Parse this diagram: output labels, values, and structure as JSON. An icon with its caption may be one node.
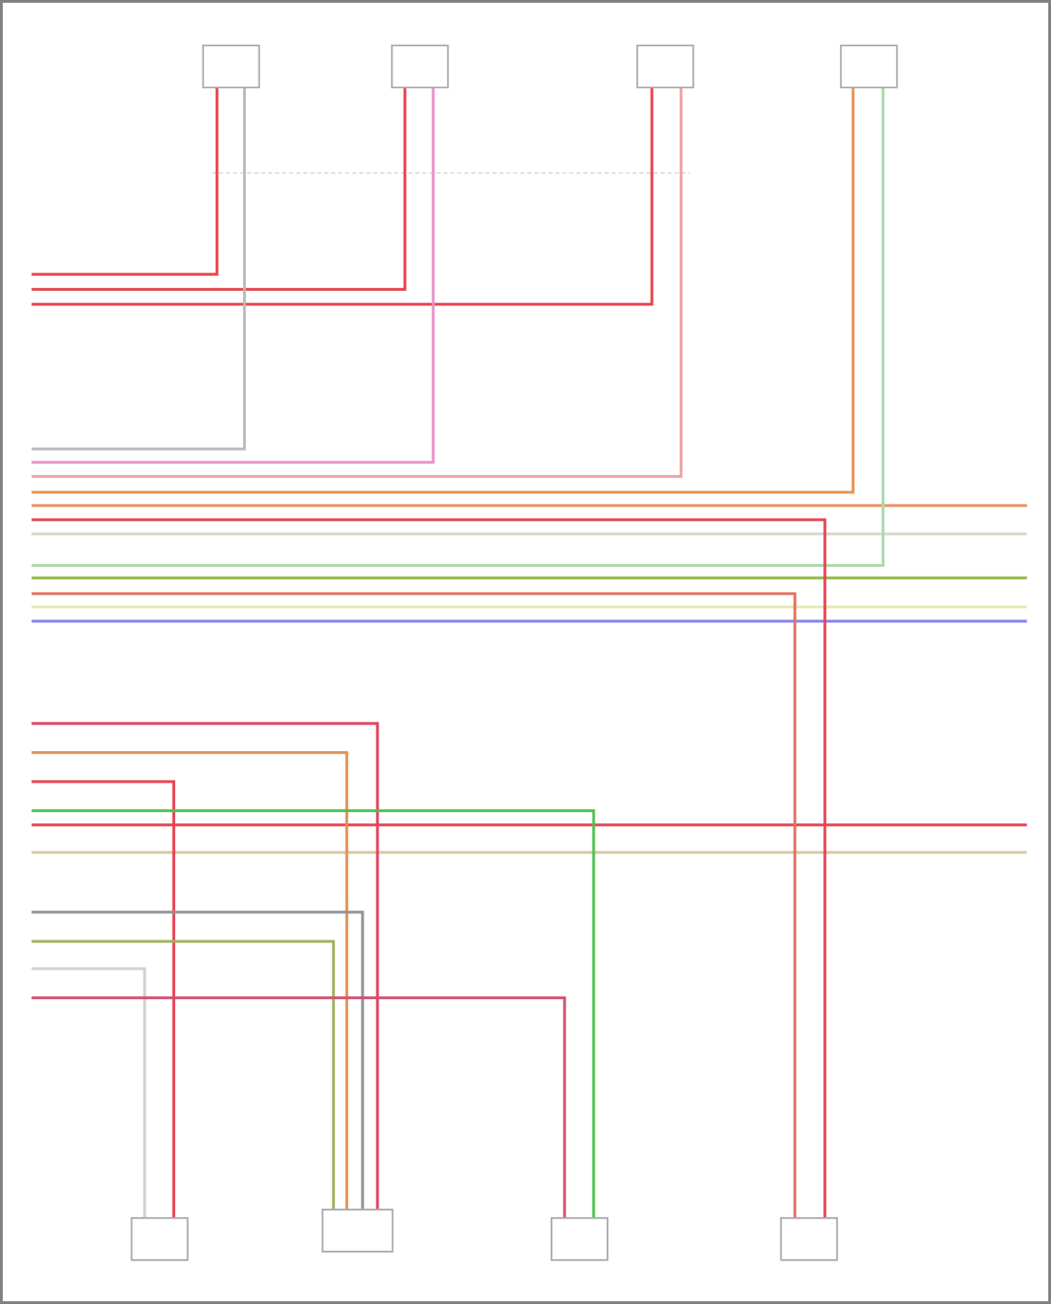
{
  "diagram": {
    "nodes": [
      {
        "text": [],
        "shape": "box"
      },
      {
        "text": [],
        "shape": "box"
      },
      {
        "text": [],
        "shape": "box"
      },
      {
        "text": [],
        "shape": "box"
      },
      {
        "text": [],
        "shape": "box"
      },
      {
        "text": [],
        "shape": "box"
      },
      {
        "text": [],
        "shape": "box"
      },
      {
        "text": [],
        "shape": "box"
      }
    ],
    "edges": [
      {
        "from": null,
        "to": 0,
        "arrow": "none",
        "color": "#e8404a"
      },
      {
        "from": null,
        "to": 1,
        "arrow": "none",
        "color": "#e8404a"
      },
      {
        "from": null,
        "to": 2,
        "arrow": "none",
        "color": "#e8404a"
      },
      {
        "from": null,
        "to": 0,
        "arrow": "none",
        "color": "#b8b8b8"
      },
      {
        "from": null,
        "to": 1,
        "arrow": "none",
        "color": "#e890c8"
      },
      {
        "from": null,
        "to": 2,
        "arrow": "none",
        "color": "#f0a0a0"
      },
      {
        "from": null,
        "to": 3,
        "arrow": "none",
        "color": "#e89050"
      },
      {
        "from": null,
        "to": 3,
        "arrow": "none",
        "color": "#a8d8a8"
      },
      {
        "from": null,
        "to": 7,
        "arrow": "none",
        "color": "#e84050"
      },
      {
        "from": null,
        "to": 7,
        "arrow": "none",
        "color": "#e07060"
      },
      {
        "from": null,
        "to": 5,
        "arrow": "none",
        "color": "#e04060"
      },
      {
        "from": null,
        "to": 5,
        "arrow": "none",
        "color": "#e09050"
      },
      {
        "from": null,
        "to": 4,
        "arrow": "none",
        "color": "#e84050"
      },
      {
        "from": null,
        "to": 6,
        "arrow": "none",
        "color": "#50c050"
      },
      {
        "from": null,
        "to": 5,
        "arrow": "none",
        "color": "#909098"
      },
      {
        "from": null,
        "to": 5,
        "arrow": "none",
        "color": "#a0b060"
      },
      {
        "from": null,
        "to": 4,
        "arrow": "none",
        "color": "#d0d0d0"
      },
      {
        "from": null,
        "to": 6,
        "arrow": "none",
        "color": "#d05070"
      }
    ]
  }
}
